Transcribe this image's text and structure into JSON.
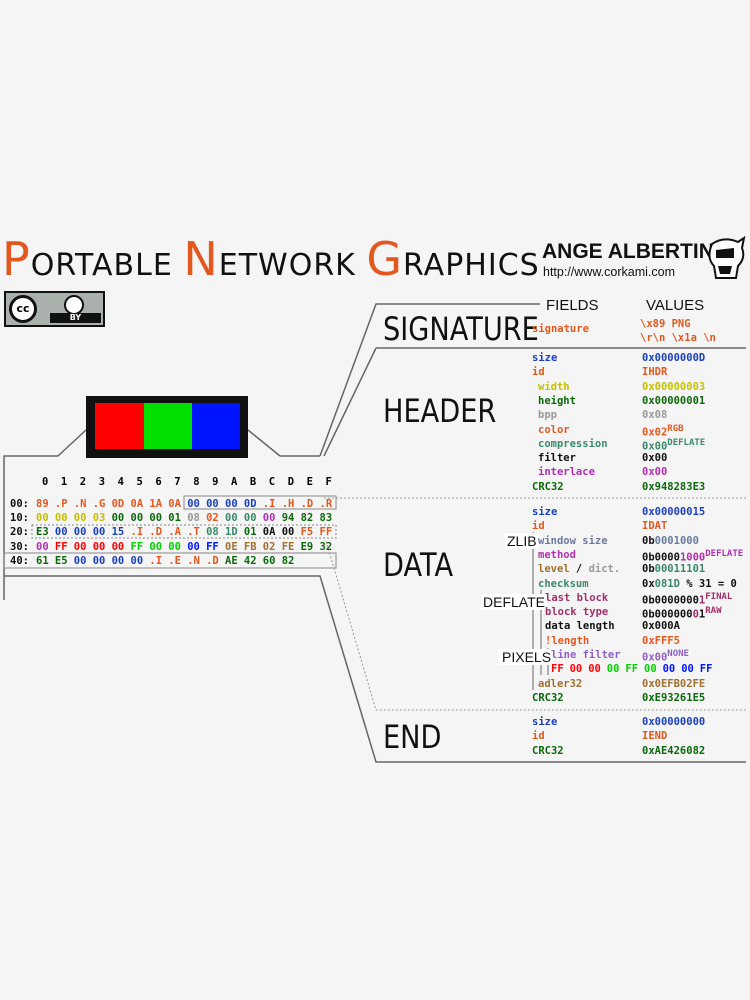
{
  "title": {
    "p_cap": "P",
    "p_rest": "ORTABLE ",
    "n_cap": "N",
    "n_rest": "ETWORK ",
    "g_cap": "G",
    "g_rest": "RAPHICS"
  },
  "author": {
    "name": "ANGE ALBERTINI",
    "url": "http://www.corkami.com"
  },
  "license": {
    "cc": "cc",
    "by": "BY"
  },
  "colors": {
    "orange": "#e2581e",
    "red": "#ff0000",
    "green": "#00e000",
    "blue": "#0014ff"
  },
  "columns": {
    "fields": "FIELDS",
    "values": "VALUES"
  },
  "sections": {
    "signature": "SIGNATURE",
    "header": "HEADER",
    "data": "DATA",
    "end": "END"
  },
  "sublabels": {
    "zlib": "ZLIB",
    "deflate": "DEFLATE",
    "pixels": "PIXELS"
  },
  "hex": {
    "header": [
      "0",
      "1",
      "2",
      "3",
      "4",
      "5",
      "6",
      "7",
      "8",
      "9",
      "A",
      "B",
      "C",
      "D",
      "E",
      "F"
    ],
    "rows": [
      {
        "addr": "00:",
        "bytes": [
          "89",
          ".P",
          ".N",
          ".G",
          "0D",
          "0A",
          "1A",
          "0A",
          "00",
          "00",
          "00",
          "0D",
          ".I",
          ".H",
          ".D",
          ".R"
        ]
      },
      {
        "addr": "10:",
        "bytes": [
          "00",
          "00",
          "00",
          "03",
          "00",
          "00",
          "00",
          "01",
          "08",
          "02",
          "00",
          "00",
          "00",
          "94",
          "82",
          "83"
        ]
      },
      {
        "addr": "20:",
        "bytes": [
          "E3",
          "00",
          "00",
          "00",
          "15",
          ".I",
          ".D",
          ".A",
          ".T",
          "08",
          "1D",
          "01",
          "0A",
          "00",
          "F5",
          "FF"
        ]
      },
      {
        "addr": "30:",
        "bytes": [
          "00",
          "FF",
          "00",
          "00",
          "00",
          "FF",
          "00",
          "00",
          "00",
          "FF",
          "0E",
          "FB",
          "02",
          "FE",
          "E9",
          "32"
        ]
      },
      {
        "addr": "40:",
        "bytes": [
          "61",
          "E5",
          "00",
          "00",
          "00",
          "00",
          ".I",
          ".E",
          ".N",
          ".D",
          "AE",
          "42",
          "60",
          "82"
        ]
      }
    ]
  },
  "signature": [
    {
      "field": "signature",
      "value": "\\x89 PNG"
    },
    {
      "field": "",
      "value": "\\r\\n \\x1a \\n"
    }
  ],
  "header_fields": [
    {
      "field": "size",
      "value": "0x0000000D",
      "sup": ""
    },
    {
      "field": "id",
      "value": "IHDR",
      "sup": ""
    },
    {
      "field": "width",
      "value": "0x00000003",
      "sup": ""
    },
    {
      "field": "height",
      "value": "0x00000001",
      "sup": ""
    },
    {
      "field": "bpp",
      "value": "0x08",
      "sup": ""
    },
    {
      "field": "color",
      "value": "0x02",
      "sup": "RGB"
    },
    {
      "field": "compression",
      "value": "0x00",
      "sup": "DEFLATE"
    },
    {
      "field": "filter",
      "value": "0x00",
      "sup": ""
    },
    {
      "field": "interlace",
      "value": "0x00",
      "sup": ""
    },
    {
      "field": "CRC32",
      "value": "0x948283E3",
      "sup": ""
    }
  ],
  "data_fields": [
    {
      "field": "size",
      "value": "0x00000015",
      "sup": ""
    },
    {
      "field": "id",
      "value": "IDAT",
      "sup": ""
    },
    {
      "field": "window size",
      "value_a": "0b",
      "value_b": "0001",
      "value_c": "000",
      "sup": ""
    },
    {
      "field": "method",
      "value_a": "0b0000",
      "value_b": "1000",
      "value_c": "",
      "sup": "DEFLATE"
    },
    {
      "field_a": "level",
      "field_sep": " / ",
      "field_b": "dict.",
      "value_a": "0b",
      "value_b": "00011101",
      "value_c": "",
      "sup": ""
    },
    {
      "field": "checksum",
      "value_a": "0x",
      "value_b": "081D",
      "value_c": " % 31 = 0",
      "sup": ""
    },
    {
      "field": "last block",
      "value_a": "0b0000000",
      "value_b": "1",
      "value_c": "",
      "sup": "FINAL"
    },
    {
      "field": "block type",
      "value_a": "0b000000",
      "value_b": "0",
      "value_c": "1",
      "sup": "RAW"
    },
    {
      "field": "data length",
      "value": "0x000A",
      "sup": ""
    },
    {
      "field": "!length",
      "value": "0xFFF5",
      "sup": ""
    },
    {
      "field": "line filter",
      "value": "0x00",
      "sup": "NONE"
    },
    {
      "pixels": [
        "FF",
        "00",
        "00",
        "00",
        "FF",
        "00",
        "00",
        "00",
        "FF"
      ]
    },
    {
      "field": "adler32",
      "value": "0x0EFB02FE",
      "sup": ""
    },
    {
      "field": "CRC32",
      "value": "0xE93261E5",
      "sup": ""
    }
  ],
  "end_fields": [
    {
      "field": "size",
      "value": "0x00000000"
    },
    {
      "field": "id",
      "value": "IEND"
    },
    {
      "field": "CRC32",
      "value": "0xAE426082"
    }
  ]
}
